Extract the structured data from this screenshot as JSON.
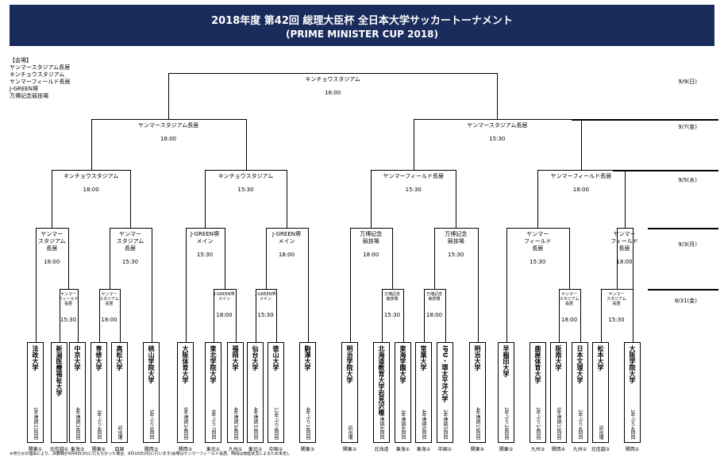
{
  "header": {
    "title": "2018年度 第42回 総理大臣杯 全日本大学サッカートーナメント",
    "subtitle": "(PRIME MINISTER CUP 2018)"
  },
  "venues": {
    "heading": "【会場】",
    "list": [
      "ヤンマースタジアム長居",
      "キンチョウスタジアム",
      "ヤンマーフィールド長居",
      "J-GREEN堺",
      "万博記念競技場"
    ]
  },
  "dates": [
    "9/9(日)",
    "9/7(金)",
    "9/5(水)",
    "9/3(月)",
    "8/31(金)"
  ],
  "teams": [
    {
      "name": "法政大学",
      "record": "2年連続21回目",
      "region": "関東①"
    },
    {
      "name": "新潟医療福祉大学",
      "record": "",
      "region": "北信越①"
    },
    {
      "name": "中京大学",
      "record": "4年連続26回目",
      "region": "東海③"
    },
    {
      "name": "専修大学",
      "record": "3年ぶり4回目",
      "region": "関東⑥"
    },
    {
      "name": "高松大学",
      "record": "初出場",
      "region": "四国"
    },
    {
      "name": "桃山学院大学",
      "record": "5年ぶり9回目",
      "region": "関西③"
    },
    {
      "name": "大阪体育大学",
      "record": "9年連続24回目",
      "region": "関西②"
    },
    {
      "name": "東北学院大学",
      "record": "9年ぶり7回目",
      "region": "東北①"
    },
    {
      "name": "福岡大学",
      "record": "4年連続34回目",
      "region": "九州①"
    },
    {
      "name": "仙台大学",
      "record": "4年連続33回目",
      "region": "東北②"
    },
    {
      "name": "徳山大学",
      "record": "12年ぶり9回目",
      "region": "中国②"
    },
    {
      "name": "駒澤大学",
      "record": "4年ぶり16回目",
      "region": "関東③"
    },
    {
      "name": "明治学院大学",
      "record": "初出場",
      "region": "関東②"
    },
    {
      "name": "北海道教育大学岩見沢校",
      "record": "4年連続6回目",
      "region": "北海道"
    },
    {
      "name": "東海学園大学",
      "record": "3年連続6回目",
      "region": "東海①"
    },
    {
      "name": "常葉大学",
      "record": "4年連続9回目",
      "region": "東海②"
    },
    {
      "name": "IPU・環太平洋大学",
      "record": "2年連続5回目",
      "region": "中国①"
    },
    {
      "name": "明治大学",
      "record": "4年連続15回目",
      "region": "関東④"
    },
    {
      "name": "早稲田大学",
      "record": "2年ぶり20回目",
      "region": "関東⑤"
    },
    {
      "name": "鹿屋体育大学",
      "record": "2年ぶり14回目",
      "region": "九州③"
    },
    {
      "name": "阪南大学",
      "record": "5年連続15回目",
      "region": "関西④"
    },
    {
      "name": "日本文理大学",
      "record": "2年ぶり4回目",
      "region": "九州②"
    },
    {
      "name": "松本大学",
      "record": "初出場",
      "region": "北信越②"
    },
    {
      "name": "大阪学院大学",
      "record": "2年ぶり4回目",
      "region": "関西①"
    }
  ],
  "matches": {
    "final": {
      "venue": "キンチョウスタジアム",
      "time": "18:00"
    },
    "sf": [
      {
        "venue": "ヤンマースタジアム長居",
        "time": "18:00"
      },
      {
        "venue": "ヤンマースタジアム長居",
        "time": "15:30"
      }
    ],
    "qf": [
      {
        "venue": "キンチョウスタジアム",
        "time": "18:00"
      },
      {
        "venue": "キンチョウスタジアム",
        "time": "15:30"
      },
      {
        "venue": "ヤンマーフィールド長居",
        "time": "15:30"
      },
      {
        "venue": "ヤンマーフィールド長居",
        "time": "18:00"
      }
    ],
    "r16": [
      {
        "venue": "ヤンマー\nスタジアム\n長居",
        "time": "18:00"
      },
      {
        "venue": "ヤンマー\nスタジアム\n長居",
        "time": "15:30"
      },
      {
        "venue": "J-GREEN堺\nメイン",
        "time": "15:30"
      },
      {
        "venue": "J-GREEN堺\nメイン",
        "time": "18:00"
      },
      {
        "venue": "万博記念\n競技場",
        "time": "18:00"
      },
      {
        "venue": "万博記念\n競技場",
        "time": "15:30"
      },
      {
        "venue": "ヤンマー\nフィールド\n長居",
        "time": "15:30"
      },
      {
        "venue": "ヤンマー\nフィールド\n長居",
        "time": "18:00"
      }
    ],
    "r1": [
      {
        "venue": "ヤンマー\nフィールド\n長居",
        "time": "15:30"
      },
      {
        "venue": "ヤンマー\nスタジアム\n長居",
        "time": "18:00"
      },
      {
        "venue": "J-GREEN堺\nメイン",
        "time": "18:00"
      },
      {
        "venue": "J-GREEN堺\nメイン",
        "time": "15:30"
      },
      {
        "venue": "万博記念\n競技場",
        "time": "15:30"
      },
      {
        "venue": "万博記念\n競技場",
        "time": "18:00"
      },
      {
        "venue": "ヤンマー\nスタジアム\n長居",
        "time": "18:00"
      },
      {
        "venue": "ヤンマー\nスタジアム\n長居",
        "time": "15:30"
      }
    ]
  },
  "note": "※何らかの理由により、決勝戦が9月9日(日)に行えなかった場合、9月10日(月)に行います(会場はヤンマーフィールド長居、時間は雨延状況によるため未定)。"
}
